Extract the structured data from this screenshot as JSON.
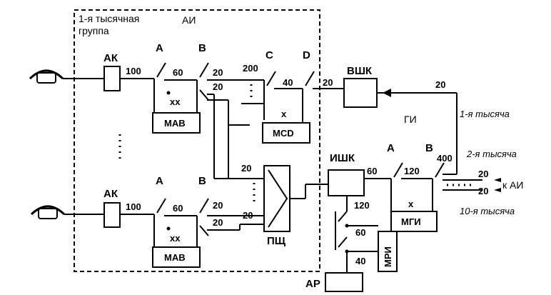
{
  "group": {
    "line1": "1-я тысячная",
    "line2": "группа",
    "ai": "АИ"
  },
  "labels": {
    "ak": "АК",
    "a": "А",
    "b": "В",
    "c": "С",
    "d": "D",
    "vshk": "ВШК",
    "ishk": "ИШК",
    "gi": "ГИ",
    "ar": "АР",
    "psch": "ПЩ"
  },
  "boxes": {
    "mav": "МАВ",
    "msd": "МСD",
    "mgi": "МГИ",
    "mri": "МРИ"
  },
  "numbers": {
    "n100": "100",
    "n60": "60",
    "n20": "20",
    "n200": "200",
    "n40": "40",
    "n120": "120",
    "n400": "400",
    "xx": "хх",
    "x": "х"
  },
  "outputs": {
    "first": "1-я тысяча",
    "second": "2-я тысяча",
    "tenth": "10-я тысяча",
    "to_ai": "к АИ"
  }
}
